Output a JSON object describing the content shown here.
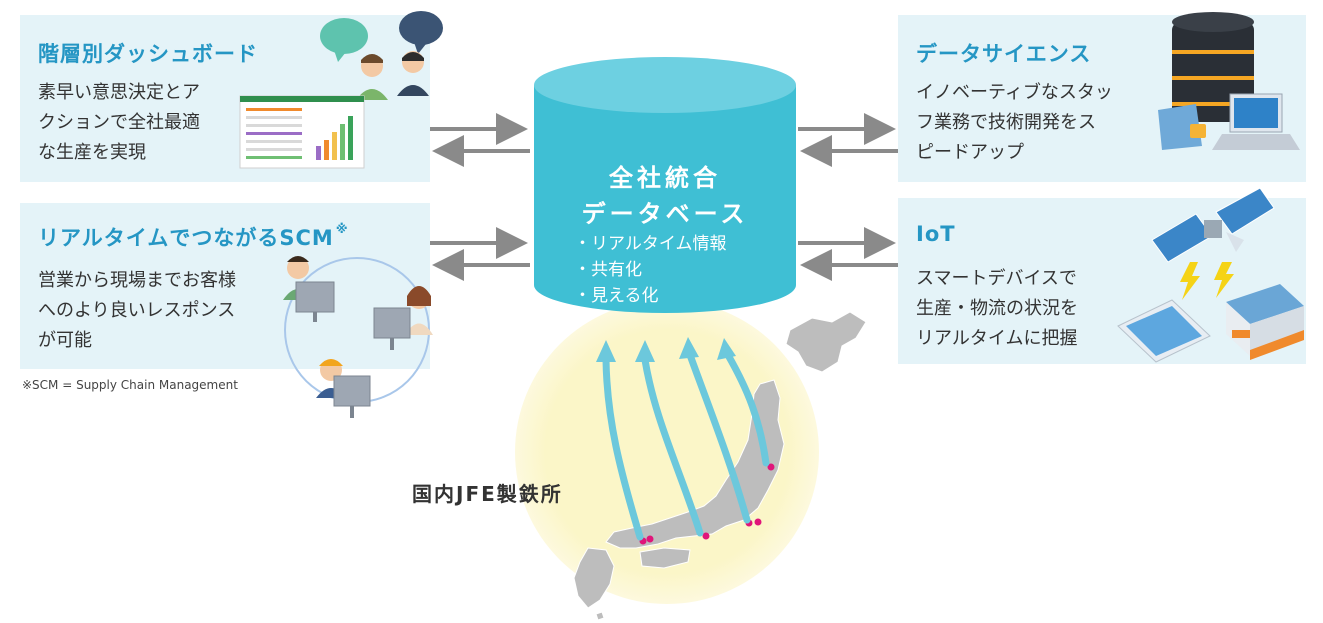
{
  "database": {
    "title_line1": "全社統合",
    "title_line2": "データベース",
    "items": [
      "・リアルタイム情報",
      "・共有化",
      "・見える化"
    ]
  },
  "panels": {
    "dashboard": {
      "title": "階層別ダッシュボード",
      "lines": [
        "素早い意思決定とア",
        "クションで全社最適",
        "な生産を実現"
      ]
    },
    "scm": {
      "title": "リアルタイムでつながるSCM",
      "title_mark": "※",
      "lines": [
        "営業から現場までお客様",
        "へのより良いレスポンス",
        "が可能"
      ]
    },
    "datascience": {
      "title": "データサイエンス",
      "lines": [
        "イノベーティブなスタッ",
        "フ業務で技術開発をス",
        "ピードアップ"
      ]
    },
    "iot": {
      "title": "IoT",
      "lines": [
        "スマートデバイスで",
        "生産・物流の状況を",
        "リアルタイムに把握"
      ]
    }
  },
  "footnote": "※SCM = Supply Chain Management",
  "map_label": "国内JFE製鉄所",
  "colors": {
    "panel_bg": "#e4f3f8",
    "title_blue": "#2596c4",
    "db_cyan": "#3fbfd4",
    "arrow_gray": "#8a8a8a",
    "arrow_cyan": "#6cc8dc",
    "map_glow": "#fbf6c8",
    "steelworks_dot": "#e0157a"
  },
  "icons": [
    "people-chat-icon",
    "spreadsheet-icon",
    "server-icon",
    "laptop-icon",
    "workers-network-icon",
    "satellite-icon",
    "tablet-icon",
    "factory-icon",
    "japan-map-icon"
  ]
}
